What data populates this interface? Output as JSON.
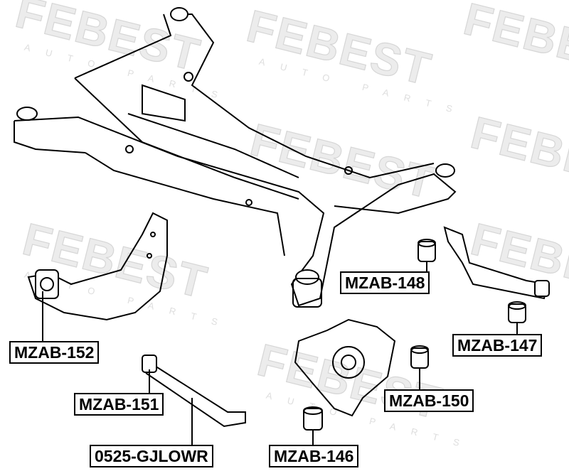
{
  "watermark": {
    "brand": "FEBEST",
    "tagline": "AUTO PARTS"
  },
  "labels": {
    "mzab_148": "MZAB-148",
    "mzab_147": "MZAB-147",
    "mzab_152": "MZAB-152",
    "mzab_150": "MZAB-150",
    "mzab_151": "MZAB-151",
    "gjlowr": "0525-GJLOWR",
    "mzab_146": "MZAB-146"
  }
}
